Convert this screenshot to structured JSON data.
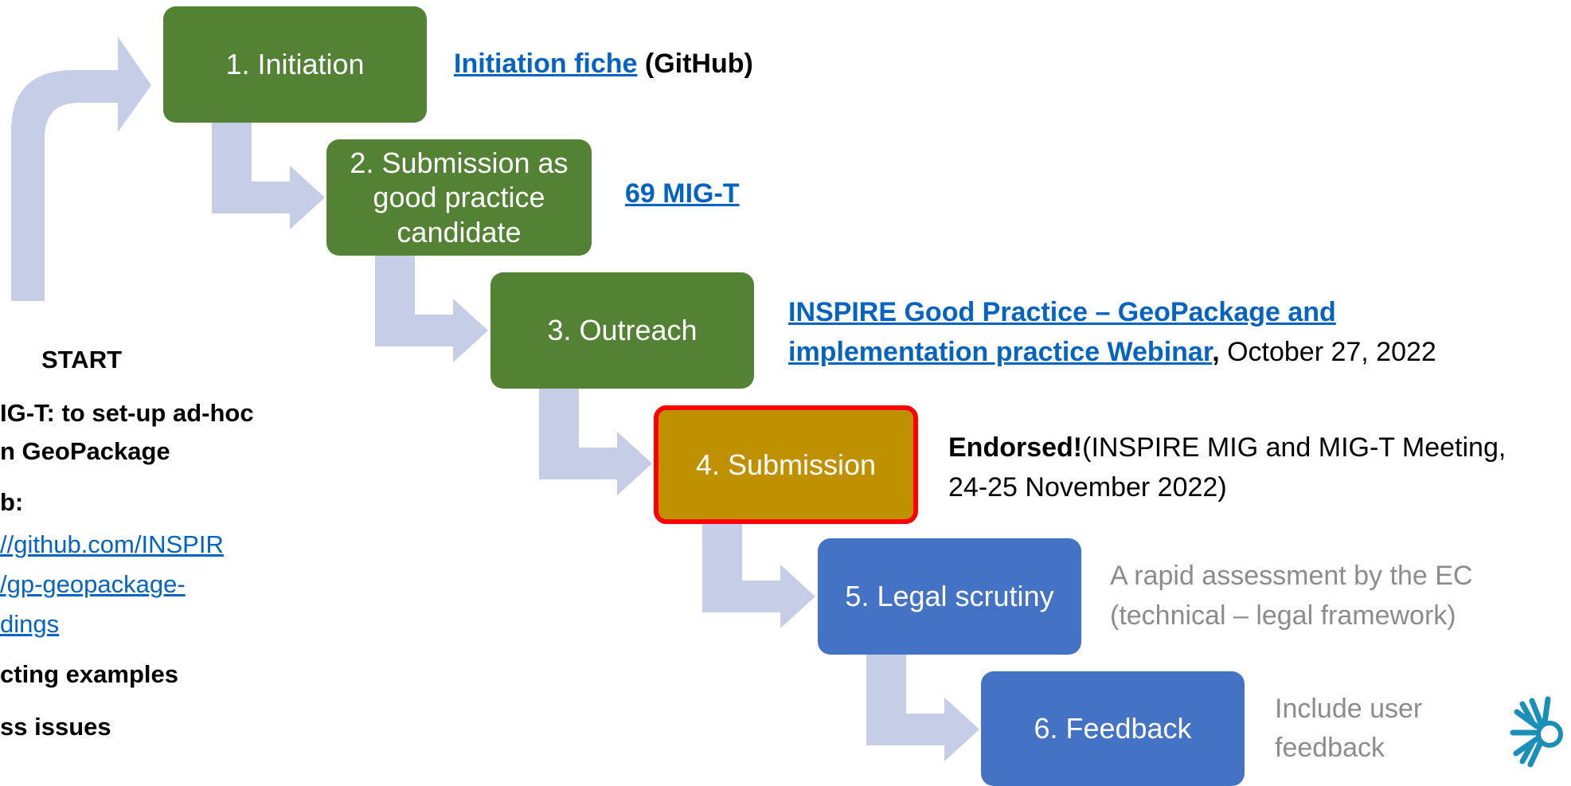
{
  "colors": {
    "arrow": "#c5cee6",
    "green": "#548235",
    "gold": "#bf9000",
    "blue": "#4472c4",
    "highlight_border": "#ff0000",
    "link": "#0563c1",
    "grey_text": "#8c8c8c",
    "logo": "#1a8fb8"
  },
  "steps": [
    {
      "label": "1. Initiation"
    },
    {
      "label": "2. Submission as\ngood practice\ncandidate"
    },
    {
      "label": "3. Outreach"
    },
    {
      "label": "4. Submission"
    },
    {
      "label": "5. Legal scrutiny"
    },
    {
      "label": "6. Feedback"
    }
  ],
  "annotations": {
    "a1": {
      "link": "Initiation fiche",
      "rest": " (GitHub)"
    },
    "a2": {
      "link": "69 MIG-T"
    },
    "a3": {
      "link1": "INSPIRE Good Practice – GeoPackage and",
      "link2": "implementation practice Webinar",
      "comma": ",",
      "date": " October 27, 2022"
    },
    "a4": {
      "bold": "Endorsed!",
      "line1_rest": "(INSPIRE MIG and MIG-T Meeting,",
      "line2": "24-25 November 2022)"
    },
    "a5": {
      "line1": "A rapid assessment by the EC",
      "line2": "(technical – legal framework)"
    },
    "a6": {
      "line1": "Include user",
      "line2": "feedback"
    }
  },
  "left_panel": {
    "start": "START",
    "line1": "IG-T: to set-up ad-hoc",
    "line2": "n GeoPackage",
    "line3": "b:",
    "url1": "//github.com/INSPIR",
    "url2": "/gp-geopackage-",
    "url3": "dings",
    "line4": "cting examples",
    "line5": "ss issues"
  },
  "logo": {
    "name": "eea-logo"
  }
}
